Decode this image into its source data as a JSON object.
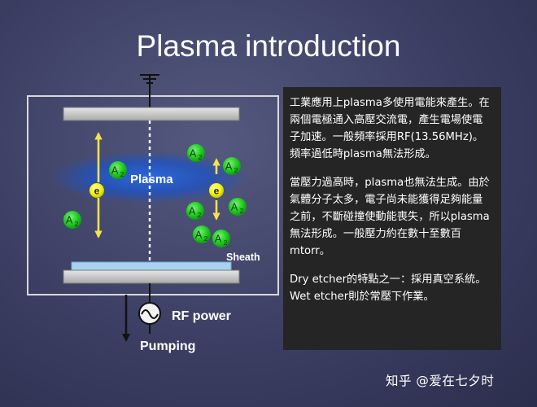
{
  "slide": {
    "title": "Plasma introduction"
  },
  "diagram": {
    "plasma_label": "Plasma",
    "sheath_label": "Sheath",
    "rf_label": "RF power",
    "pumping_label": "Pumping",
    "electron_label": "e",
    "molecule_label": "A",
    "molecule_subscript": "2",
    "colors": {
      "molecule_fill": "#22cc22",
      "electron_fill": "#f6f60a",
      "arrow": "#f4e34a",
      "plasma_glow": "#1d5ad0",
      "electrode": "#c8c8c8",
      "wafer": "#a8d2f0"
    }
  },
  "panel": {
    "p1": "工業應用上plasma多使用電能來產生。在兩個電極通入高壓交流電，產生電場使電子加速。一般頻率採用RF(13.56MHz)。頻率過低時plasma無法形成。",
    "p2": "當壓力過高時，plasma也無法生成。由於氣體分子太多，電子尚未能獲得足夠能量之前，不斷碰撞使動能喪失，所以plasma無法形成。一般壓力約在數十至數百mtorr。",
    "p3": "Dry etcher的特點之一：採用真空系統。Wet etcher則於常壓下作業。"
  },
  "watermark": "知乎 @爱在七夕时"
}
